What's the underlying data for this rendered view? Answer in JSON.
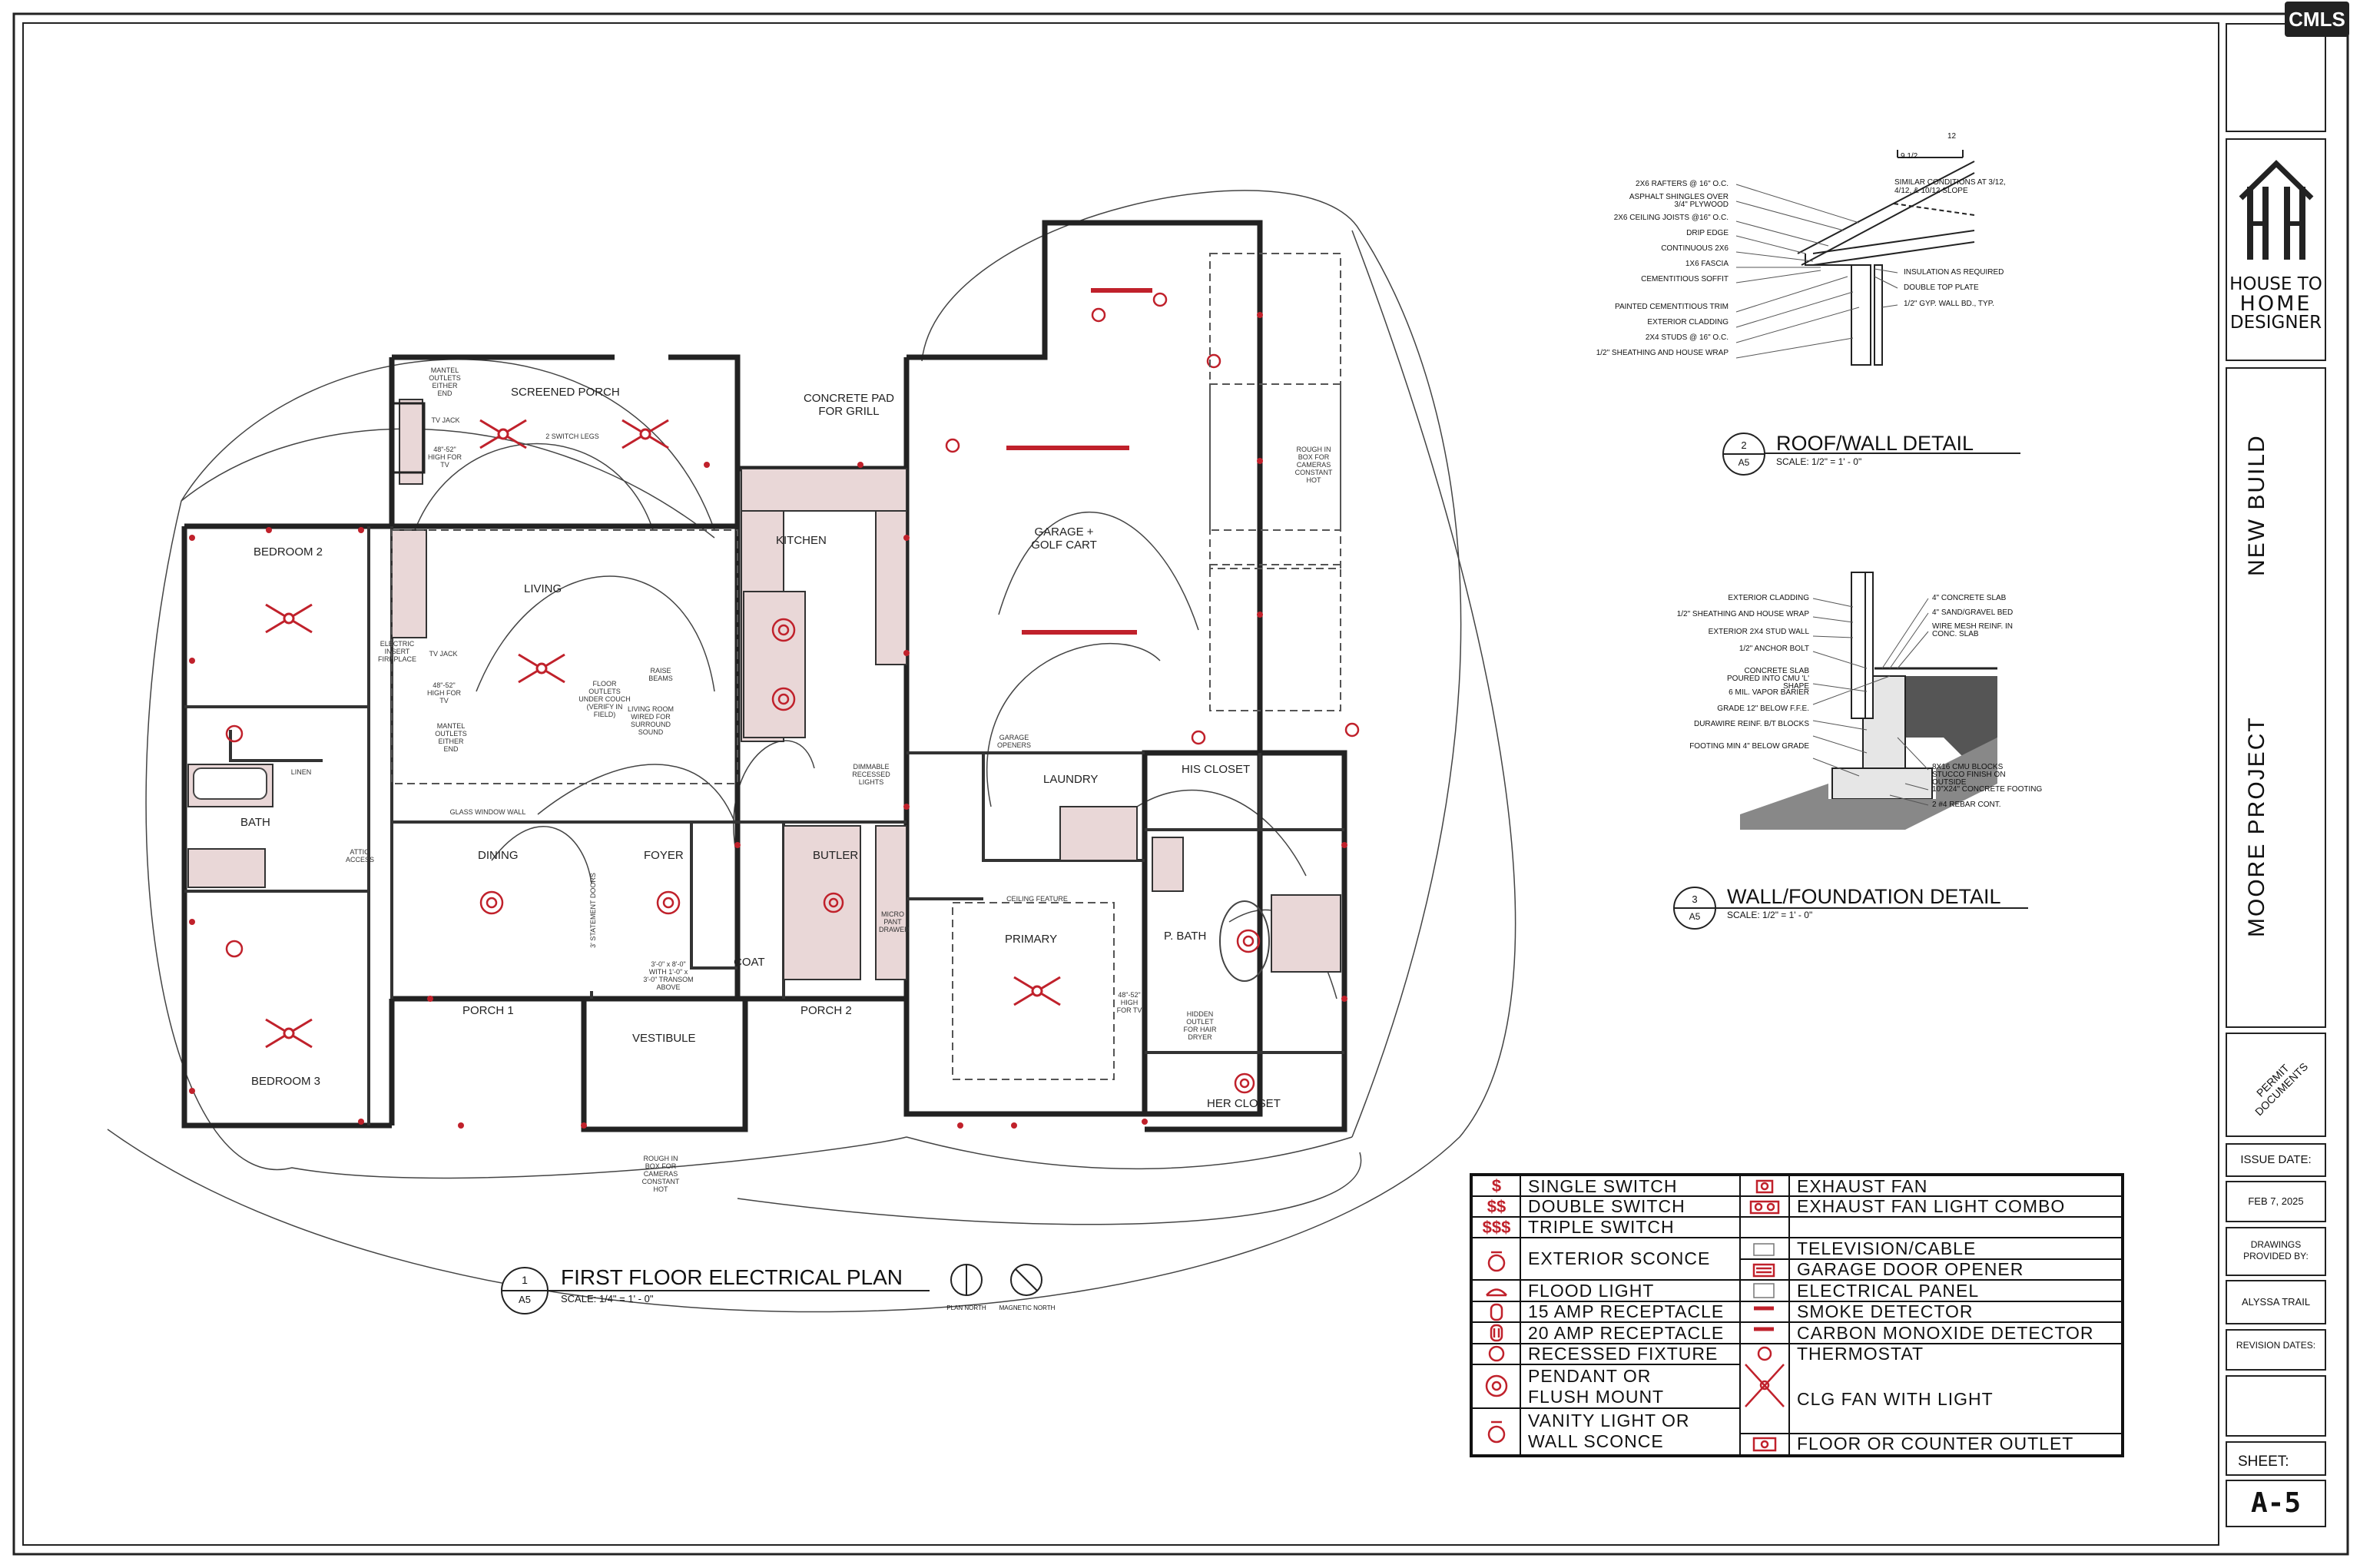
{
  "logo": {
    "mark": "HH",
    "line1": "HOUSE TO",
    "line2": "HOME",
    "line3": "DESIGNER"
  },
  "watermark": "CMLS",
  "title_block": {
    "project_type": "NEW BUILD",
    "project_name": "MOORE PROJECT",
    "status": "PERMIT DOCUMENTS",
    "issue_date_label": "ISSUE DATE:",
    "issue_date": "FEB 7, 2025",
    "drawings_label": "DRAWINGS PROVIDED BY:",
    "drawn_by": "ALYSSA TRAIL",
    "revision_label": "REVISION DATES:",
    "sheet_label": "SHEET:",
    "sheet_number": "A-5"
  },
  "plan": {
    "number": "1",
    "sheet_ref": "A5",
    "title": "FIRST FLOOR ELECTRICAL PLAN",
    "scale": "SCALE: 1/4\" = 1' - 0\"",
    "north_labels": [
      "PLAN NORTH",
      "MAGNETIC NORTH"
    ],
    "rooms": {
      "screened_porch": "SCREENED PORCH",
      "concrete_pad": "CONCRETE PAD FOR GRILL",
      "bedroom2": "BEDROOM 2",
      "living": "LIVING",
      "kitchen": "KITCHEN",
      "garage": "GARAGE + GOLF CART",
      "bath": "BATH",
      "dining": "DINING",
      "foyer": "FOYER",
      "butler": "BUTLER",
      "coat": "COAT",
      "laundry": "LAUNDRY",
      "his_closet": "HIS CLOSET",
      "primary": "PRIMARY",
      "p_bath": "P. BATH",
      "porch1": "PORCH 1",
      "porch2": "PORCH 2",
      "vestibule": "VESTIBULE",
      "bedroom3": "BEDROOM 3",
      "her_closet": "HER CLOSET"
    },
    "notes": {
      "mantel_top": "MANTEL OUTLETS EITHER END",
      "tv_jack": "TV JACK",
      "tv_high": "48\"-52\" HIGH FOR TV",
      "switch_legs": "2 SWITCH LEGS",
      "electric_insert": "ELECTRIC INSERT FIREPLACE",
      "tv_jack2": "TV JACK",
      "tv_high2": "48\"-52\" HIGH FOR TV",
      "mantel_bottom": "MANTEL OUTLETS EITHER END",
      "raise_beams": "RAISE BEAMS",
      "floor_outlets": "FLOOR OUTLETS UNDER COUCH (VERIFY IN FIELD)",
      "living_room_wired": "LIVING ROOM WIRED FOR SURROUND SOUND",
      "glass_window_wall": "GLASS WINDOW WALL",
      "attic_access": "ATTIC ACCESS",
      "linen": "LINEN",
      "french_doors": "3' STATEMENT DOORS",
      "transom": "3'-0\" x 8'-0\" WITH 1'-0\" x 3'-0\" TRANSOM ABOVE",
      "dimmable": "DIMMABLE RECESSED LIGHTS",
      "garage_openers": "GARAGE OPENERS",
      "rough_in_garage": "ROUGH IN BOX FOR CAMERAS CONSTANT HOT",
      "rough_in_front": "ROUGH IN BOX FOR CAMERAS CONSTANT HOT",
      "micro": "MICRO PANT DRAWER",
      "ceiling_feature": "CEILING FEATURE",
      "tv_primary": "48\"-52\" HIGH FOR TV",
      "hidden_outlet": "HIDDEN OUTLET FOR HAIR DRYER"
    }
  },
  "roof_detail": {
    "number": "2",
    "sheet_ref": "A5",
    "title": "ROOF/WALL DETAIL",
    "scale": "SCALE: 1/2\" = 1' - 0\"",
    "pitch": [
      "9 1/2",
      "12"
    ],
    "left_notes": [
      "2X6 RAFTERS @ 16\" O.C.",
      "ASPHALT SHINGLES OVER 3/4\" PLYWOOD",
      "2X6 CEILING JOISTS @16\" O.C.",
      "DRIP EDGE",
      "CONTINUOUS 2X6",
      "1X6 FASCIA",
      "CEMENTITIOUS SOFFIT",
      "PAINTED CEMENTITIOUS TRIM",
      "EXTERIOR CLADDING",
      "2X4 STUDS @ 16\" O.C.",
      "1/2\" SHEATHING AND HOUSE WRAP"
    ],
    "right_notes": [
      "SIMILAR CONDITIONS AT 3/12, 4/12, & 10/12 SLOPE",
      "INSULATION AS REQUIRED",
      "DOUBLE TOP PLATE",
      "1/2\" GYP. WALL BD., TYP."
    ]
  },
  "foundation_detail": {
    "number": "3",
    "sheet_ref": "A5",
    "title": "WALL/FOUNDATION DETAIL",
    "scale": "SCALE: 1/2\" = 1' - 0\"",
    "left_notes": [
      "EXTERIOR CLADDING",
      "1/2\" SHEATHING AND HOUSE WRAP",
      "EXTERIOR 2X4 STUD WALL",
      "1/2\" ANCHOR BOLT",
      "CONCRETE SLAB POURED INTO CMU 'L' SHAPE",
      "6 MIL. VAPOR BARIER",
      "GRADE 12\" BELOW F.F.E.",
      "DURAWIRE REINF. B/T BLOCKS",
      "FOOTING MIN 4\" BELOW GRADE"
    ],
    "right_notes": [
      "4\" CONCRETE SLAB",
      "4\" SAND/GRAVEL BED",
      "WIRE MESH REINF. IN CONC. SLAB",
      "8X16 CMU BLOCKS STUCCO FINISH ON OUTSIDE",
      "10\"X24\" CONCRETE FOOTING",
      "2 #4 REBAR CONT."
    ]
  },
  "legend": {
    "left": [
      {
        "symbol": "$",
        "label": "SINGLE SWITCH"
      },
      {
        "symbol": "$$",
        "label": "DOUBLE SWITCH"
      },
      {
        "symbol": "$$$",
        "label": "TRIPLE SWITCH"
      },
      {
        "symbol": "sconce",
        "label": "EXTERIOR SCONCE"
      },
      {
        "symbol": "flood",
        "label": "FLOOD LIGHT"
      },
      {
        "symbol": "r15",
        "label": "15 AMP RECEPTACLE"
      },
      {
        "symbol": "r20",
        "label": "20 AMP RECEPTACLE"
      },
      {
        "symbol": "recessed",
        "label": "RECESSED FIXTURE"
      },
      {
        "symbol": "pendant",
        "label": "PENDANT OR FLUSH MOUNT"
      },
      {
        "symbol": "vanity",
        "label": "VANITY LIGHT OR WALL SCONCE"
      }
    ],
    "right": [
      {
        "symbol": "exhaust",
        "label": "EXHAUST FAN"
      },
      {
        "symbol": "exhaust-light",
        "label": "EXHAUST FAN LIGHT COMBO"
      },
      {
        "symbol": "tv",
        "label": "TELEVISION/CABLE"
      },
      {
        "symbol": "garage",
        "label": "GARAGE DOOR OPENER"
      },
      {
        "symbol": "panel",
        "label": "ELECTRICAL PANEL"
      },
      {
        "symbol": "smoke",
        "label": "SMOKE DETECTOR"
      },
      {
        "symbol": "co",
        "label": "CARBON MONOXIDE DETECTOR"
      },
      {
        "symbol": "thermostat",
        "label": "THERMOSTAT"
      },
      {
        "symbol": "fan",
        "label": "CLG FAN WITH LIGHT"
      },
      {
        "symbol": "floor",
        "label": "FLOOR OR COUNTER OUTLET"
      }
    ]
  },
  "colors": {
    "electric": "#c0212b",
    "line": "#222222",
    "fill": "#e8d6d6"
  }
}
